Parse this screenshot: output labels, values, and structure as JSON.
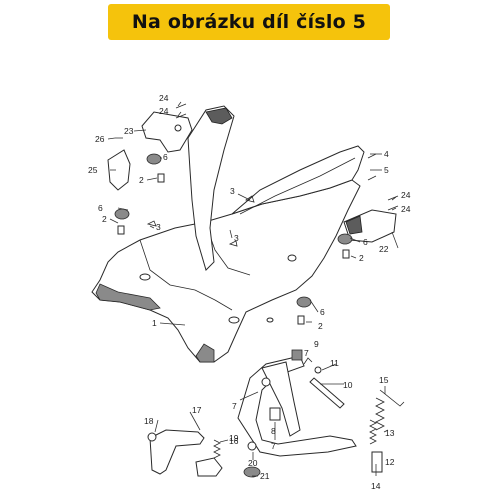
{
  "banner": {
    "text": "Na obrázku díl číslo 5",
    "bg_color": "#f5c30c"
  },
  "labels": {
    "l1": "1",
    "l2a": "2",
    "l2b": "2",
    "l2c": "2",
    "l2d": "2",
    "l3a": "3",
    "l3b": "3",
    "l3c": "3",
    "l4": "4",
    "l5": "5",
    "l6a": "6",
    "l6b": "6",
    "l6c": "6",
    "l6d": "6",
    "l7a": "7",
    "l7b": "7",
    "l7c": "7",
    "l8": "8",
    "l9": "9",
    "l10": "10",
    "l11": "11",
    "l12": "12",
    "l13": "13",
    "l14": "14",
    "l15": "15",
    "l16": "16",
    "l17": "17",
    "l18": "18",
    "l19": "19",
    "l20": "20",
    "l21": "21",
    "l22": "22",
    "l23": "23",
    "l24a": "24",
    "l24b": "24",
    "l24c": "24",
    "l24d": "24",
    "l25": "25",
    "l26": "26"
  }
}
